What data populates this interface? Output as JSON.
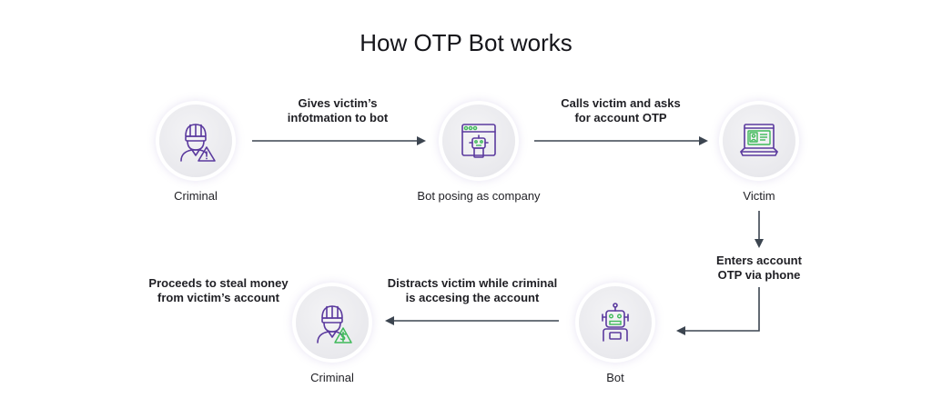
{
  "title": "How OTP Bot works",
  "nodes": {
    "criminal_1": "Criminal",
    "bot_company": "Bot posing as company",
    "victim": "Victim",
    "bot": "Bot",
    "criminal_2": "Criminal"
  },
  "edges": {
    "e1": "Gives victim’s\ninfotmation to bot",
    "e2": "Calls victim and asks\nfor account OTP",
    "e3": "Enters account\nOTP via phone",
    "e4": "Distracts victim while criminal\nis accesing the account",
    "e5": "Proceeds to steal money\nfrom victim’s account"
  },
  "icons": {
    "criminal_1": "criminal-warning-icon",
    "bot_company": "bot-browser-icon",
    "victim": "laptop-id-card-icon",
    "bot": "robot-icon",
    "criminal_2": "criminal-money-icon"
  },
  "colors": {
    "icon_stroke": "#5b3a9e",
    "icon_accent": "#3fb95a",
    "arrow": "#3c4550"
  }
}
